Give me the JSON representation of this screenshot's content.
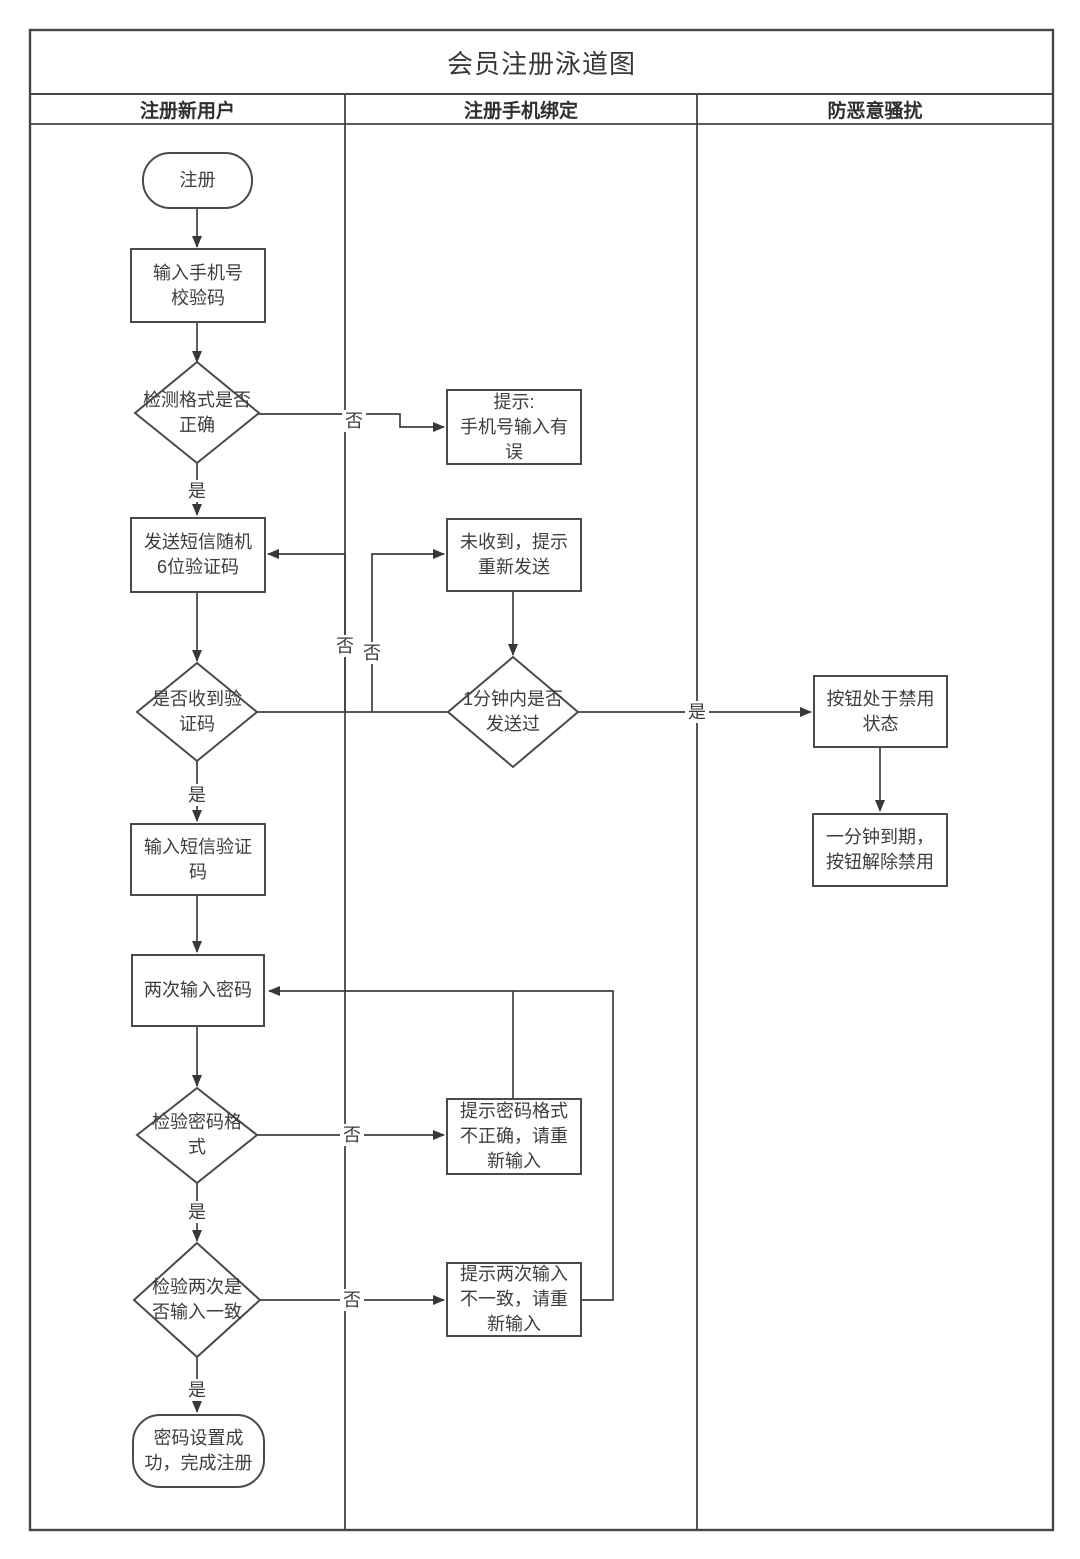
{
  "title": "会员注册泳道图",
  "lanes": [
    {
      "label": "注册新用户"
    },
    {
      "label": "注册手机绑定"
    },
    {
      "label": "防恶意骚扰"
    }
  ],
  "labels": {
    "yes": "是",
    "no": "否"
  },
  "nodes": {
    "start": "注册",
    "input_phone": "输入手机号\n校验码",
    "check_format": "检测格式是否\n正确",
    "tip_phone_error": "提示:\n手机号输入有\n误",
    "send_sms": "发送短信随机\n6位验证码",
    "not_received": "未收到，提示\n重新发送",
    "received_check": "是否收到验\n证码",
    "sent_within_1min": "1分钟内是否\n发送过",
    "btn_disabled": "按钮处于禁用\n状态",
    "btn_enabled": "一分钟到期，\n按钮解除禁用",
    "input_sms_code": "输入短信验证\n码",
    "input_password": "两次输入密码",
    "check_pwd_format": "检验密码格\n式",
    "tip_pwd_format": "提示密码格式\n不正确，请重\n新输入",
    "check_pwd_match": "检验两次是\n否输入一致",
    "tip_pwd_mismatch": "提示两次输入\n不一致，请重\n新输入",
    "done": "密码设置成\n功，完成注册"
  },
  "colors": {
    "line": "#404040",
    "text": "#3d3d3d"
  }
}
